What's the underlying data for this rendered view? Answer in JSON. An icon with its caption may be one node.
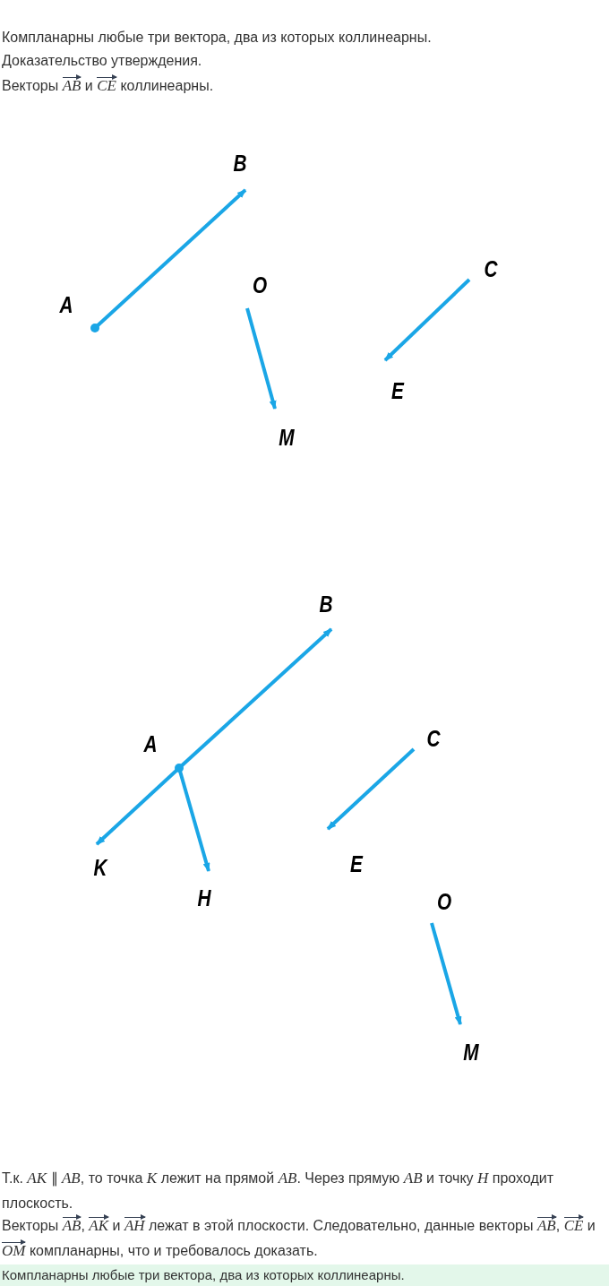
{
  "diagram": {
    "nodes": [
      {
        "text": [
          "A"
        ]
      },
      {
        "text": [
          "B"
        ]
      },
      {
        "text": [
          "O"
        ]
      },
      {
        "text": [
          "M"
        ]
      },
      {
        "text": [
          "C"
        ]
      },
      {
        "text": [
          "E"
        ]
      },
      {
        "text": [
          "B"
        ]
      },
      {
        "text": [
          "A"
        ]
      },
      {
        "text": [
          "C"
        ]
      },
      {
        "text": [
          "K"
        ]
      },
      {
        "text": [
          "H"
        ]
      },
      {
        "text": [
          "E"
        ]
      },
      {
        "text": [
          "O"
        ]
      },
      {
        "text": [
          "M"
        ]
      },
      {
        "text": [
          "Компланарны любые три вектора, два из которых коллинеарны."
        ]
      }
    ],
    "edges": [
      {
        "from": 0,
        "to": 1,
        "arrow": "to"
      },
      {
        "from": 2,
        "to": 3,
        "arrow": "to"
      },
      {
        "from": 4,
        "to": 5,
        "arrow": "to"
      },
      {
        "from": 7,
        "to": 6,
        "arrow": "to"
      },
      {
        "from": 7,
        "to": 9,
        "arrow": "to"
      },
      {
        "from": 7,
        "to": 10,
        "arrow": "to"
      },
      {
        "from": 8,
        "to": 11,
        "arrow": "to"
      },
      {
        "from": 12,
        "to": 13,
        "arrow": "to"
      }
    ],
    "labels": [
      "Компланарны любые три вектора, два из которых коллинеарны.",
      "Доказательство утверждения.",
      "Векторы **AB** и **CE** коллинеарны.",
      "Т.к. *AK* ∥ *AB*, то точка *K* лежит на прямой *AB*. Через прямую *AB* и точку *H* проходит плоскость.",
      "Векторы **AB**, **AK** и **AH** лежат в этой плоскости. Следовательно, данные векторы **AB**, **CE** и **OM** компланарны, что и требовалось доказать."
    ]
  }
}
